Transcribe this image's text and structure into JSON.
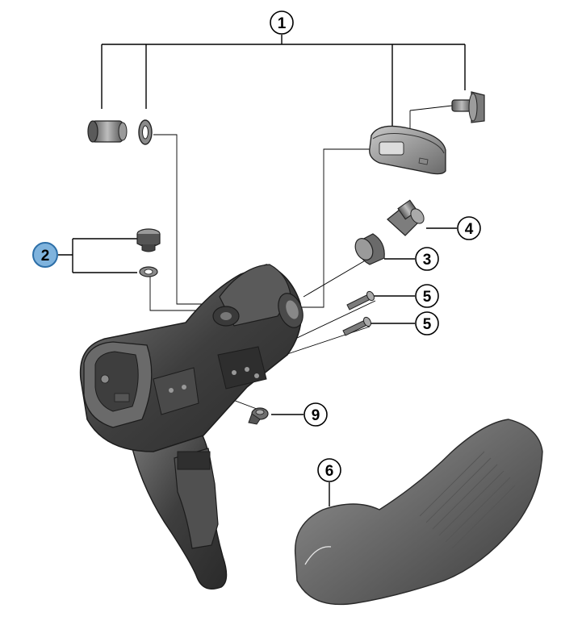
{
  "diagram": {
    "callouts": [
      {
        "id": "1",
        "label": "1",
        "highlighted": false
      },
      {
        "id": "2",
        "label": "2",
        "highlighted": true
      },
      {
        "id": "3",
        "label": "3",
        "highlighted": false
      },
      {
        "id": "4",
        "label": "4",
        "highlighted": false
      },
      {
        "id": "5a",
        "label": "5",
        "highlighted": false
      },
      {
        "id": "5b",
        "label": "5",
        "highlighted": false
      },
      {
        "id": "6",
        "label": "6",
        "highlighted": false
      },
      {
        "id": "9",
        "label": "9",
        "highlighted": false
      }
    ],
    "colors": {
      "highlight_fill": "#7fb3dd",
      "highlight_stroke": "#2d6fa8",
      "part_dark": "#3c3c3c",
      "part_mid": "#6e6e6e",
      "part_light": "#a8a8a8",
      "leader_line": "#000000"
    }
  }
}
